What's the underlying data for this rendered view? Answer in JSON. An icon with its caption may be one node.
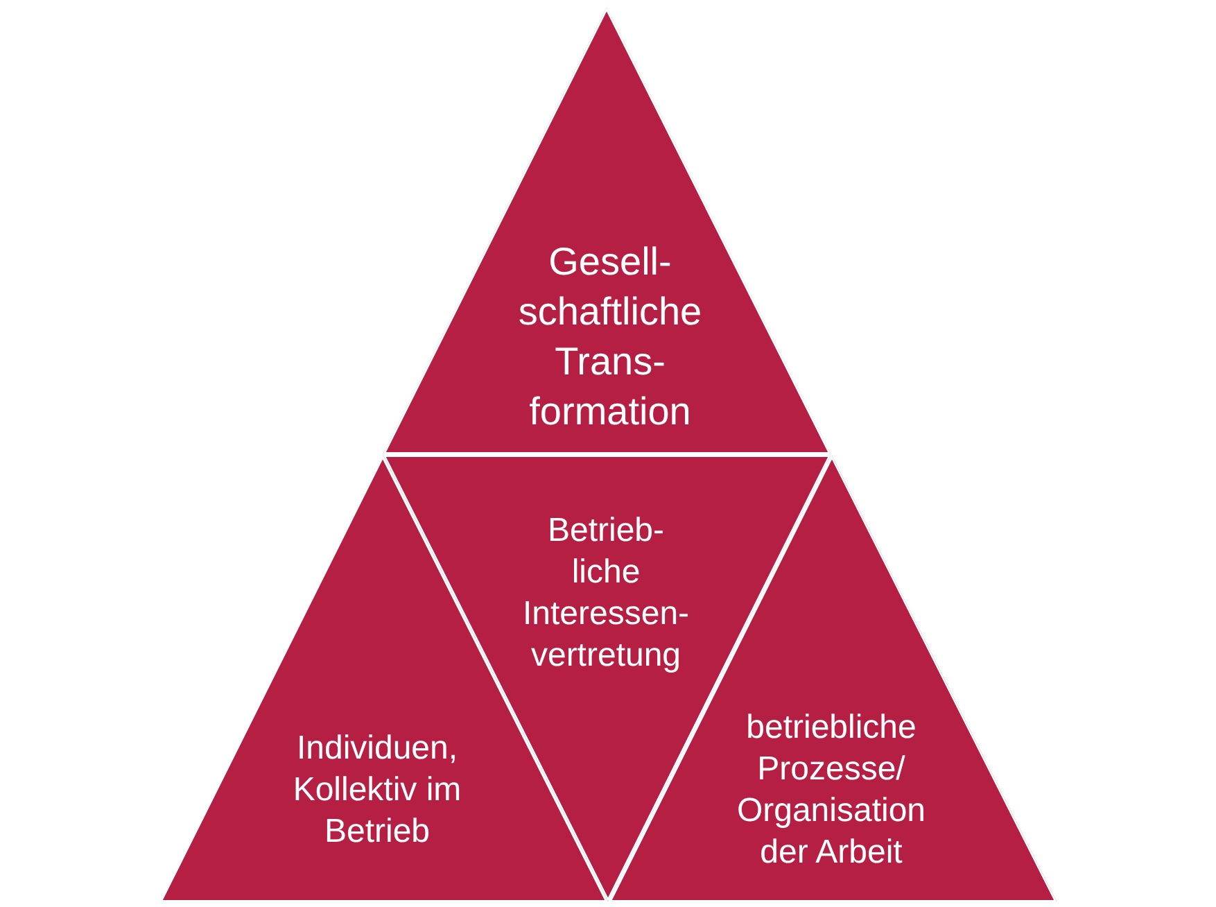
{
  "diagram": {
    "nodes": [
      {
        "text": [
          "Gesell- schaftliche Trans- formation"
        ]
      },
      {
        "text": [
          "Individuen, Kollektiv im Betrieb"
        ]
      },
      {
        "text": [
          "Betrieb- liche Interessen- vertretung"
        ]
      },
      {
        "text": [
          "betriebliche Prozesse/ Organisation der Arbeit"
        ]
      }
    ]
  }
}
